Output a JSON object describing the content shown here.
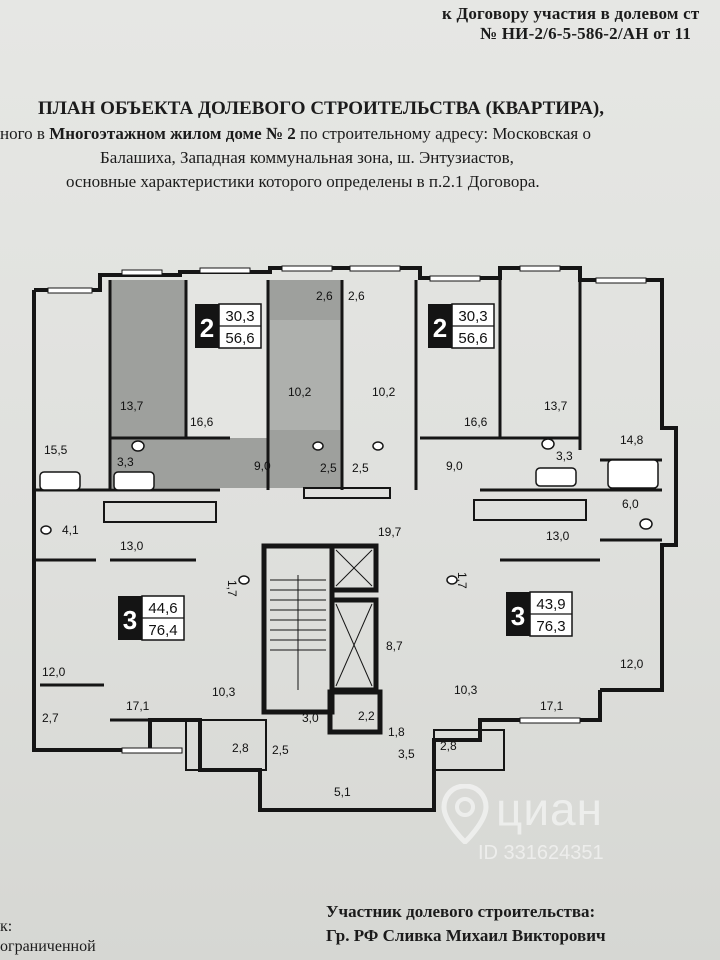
{
  "header": {
    "line1": "к Договору участия в долевом ст",
    "line2": "№ НИ-2/6-5-586-2/АН от 11"
  },
  "title": {
    "main": "ПЛАН ОБЪЕКТА ДОЛЕВОГО СТРОИТЕЛЬСТВА (КВАРТИРА),",
    "line2_pre": "ного в ",
    "line2_bold": "Многоэтажном жилом доме № 2",
    "line2_post": " по строительному адресу: Московская о",
    "line3": "Балашиха, Западная коммунальная зона, ш. Энтузиастов,",
    "line4": "основные характеристики которого определены в п.2.1 Договора."
  },
  "apartments": [
    {
      "rooms": "2",
      "living": "30,3",
      "total": "56,6"
    },
    {
      "rooms": "2",
      "living": "30,3",
      "total": "56,6"
    },
    {
      "rooms": "3",
      "living": "44,6",
      "total": "76,4"
    },
    {
      "rooms": "3",
      "living": "43,9",
      "total": "76,3"
    }
  ],
  "rooms": {
    "r_26a": "2,6",
    "r_26b": "2,6",
    "r_137a": "13,7",
    "r_166a": "16,6",
    "r_102a": "10,2",
    "r_102b": "10,2",
    "r_166b": "16,6",
    "r_137b": "13,7",
    "r_155": "15,5",
    "r_33a": "3,3",
    "r_90a": "9,0",
    "r_25a": "2,5",
    "r_25b": "2,5",
    "r_90b": "9,0",
    "r_33b": "3,3",
    "r_148": "14,8",
    "r_60": "6,0",
    "r_41": "4,1",
    "r_130a": "13,0",
    "r_197": "19,7",
    "r_130b": "13,0",
    "r_17a": "1,7",
    "r_17b": "1,7",
    "r_87": "8,7",
    "r_120a": "12,0",
    "r_171a": "17,1",
    "r_103a": "10,3",
    "r_30": "3,0",
    "r_22": "2,2",
    "r_18": "1,8",
    "r_103b": "10,3",
    "r_171b": "17,1",
    "r_120b": "12,0",
    "r_27": "2,7",
    "r_28a": "2,8",
    "r_25c": "2,5",
    "r_51": "5,1",
    "r_35": "3,5",
    "r_28b": "2,8"
  },
  "footer": {
    "left1": "к:",
    "left2": "ограниченной",
    "sign1": "Участник долевого строительства:",
    "sign2": "Гр. РФ Сливка Михаил Викторович"
  },
  "watermark": {
    "name": "циан",
    "id": "ID 331624351"
  },
  "colors": {
    "wall": "#151515",
    "selected_fill": "#9ea09d",
    "badge": "#141414"
  }
}
